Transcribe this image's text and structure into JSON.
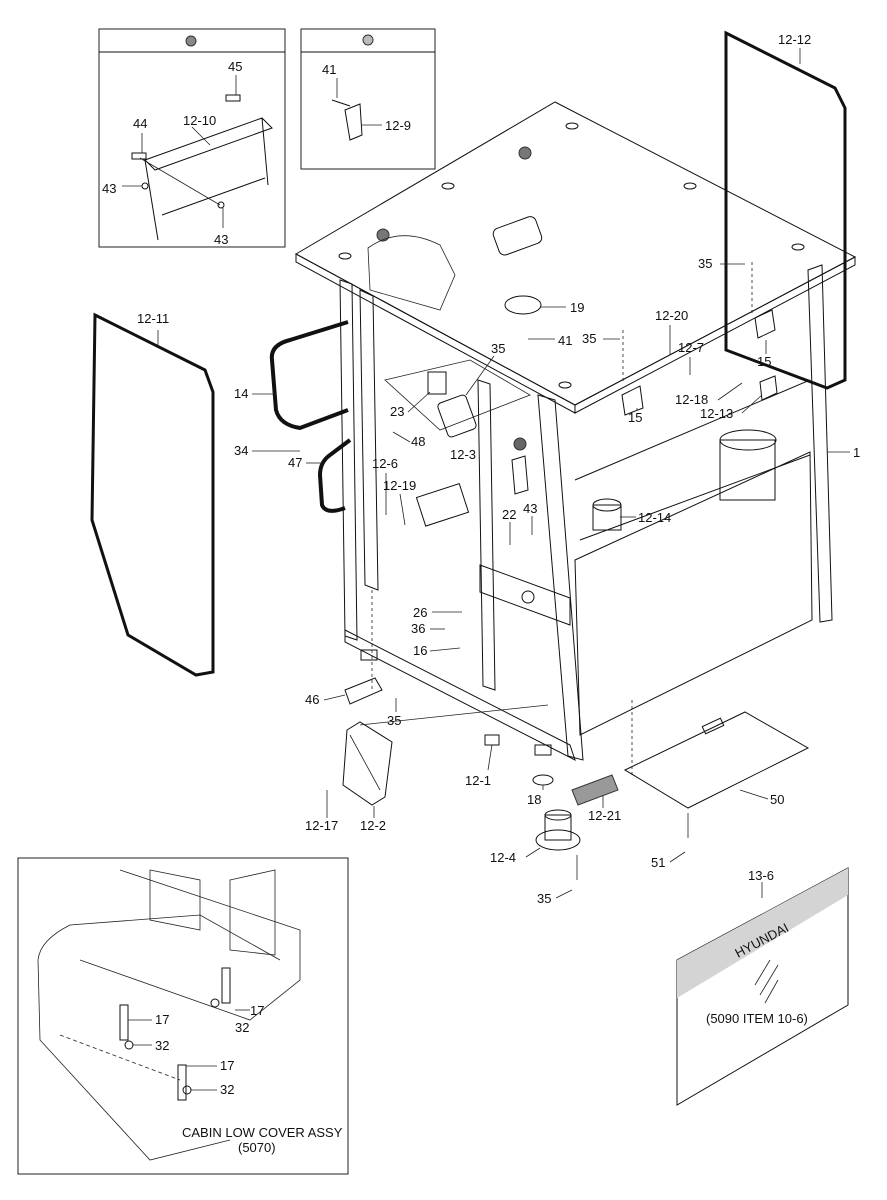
{
  "inset_boxes": {
    "top_left": {
      "labels": [
        "45",
        "44",
        "12-10",
        "43",
        "43"
      ]
    },
    "top_middle": {
      "labels": [
        "41",
        "12-9"
      ]
    },
    "bottom_left": {
      "caption_line1": "CABIN LOW COVER ASSY",
      "caption_line2": "(5070)",
      "labels": [
        "17",
        "32",
        "17",
        "32",
        "17",
        "32"
      ]
    },
    "glass_panel": {
      "label": "13-6",
      "brand": "HYUNDAI",
      "note": "(5090 ITEM 10-6)"
    }
  },
  "part_labels": [
    "12-12",
    "12-11",
    "14",
    "34",
    "47",
    "35",
    "19",
    "41",
    "35",
    "12-20",
    "12-7",
    "15",
    "15",
    "12-18",
    "12-13",
    "1",
    "23",
    "48",
    "12-3",
    "12-6",
    "12-19",
    "22",
    "43",
    "12-14",
    "26",
    "36",
    "16",
    "46",
    "35",
    "12-1",
    "18",
    "12-2",
    "12-17",
    "12-21",
    "50",
    "12-4",
    "35",
    "51"
  ],
  "colors": {
    "line": "#111111",
    "gray_fill": "#9a9a9a",
    "panel_tint": "#d9d9d9"
  }
}
